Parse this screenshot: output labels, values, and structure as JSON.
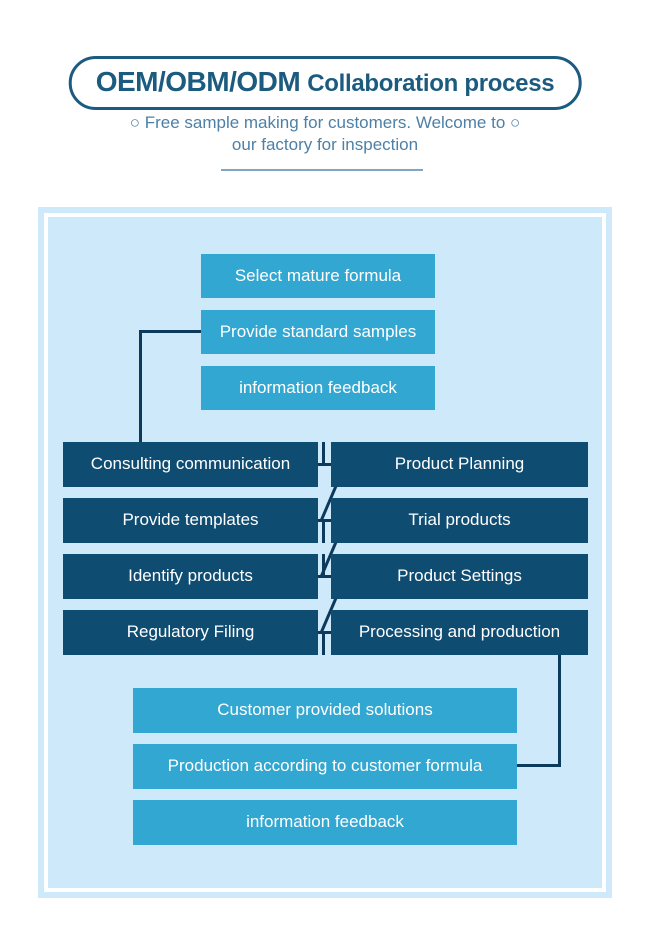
{
  "header": {
    "title_brand": "OEM/OBM/ODM",
    "title_rest": "Collaboration process",
    "subtitle_line1": "○ Free sample making for customers. Welcome to ○",
    "subtitle_line2": "our factory for inspection"
  },
  "colors": {
    "title_blue": "#1c5b80",
    "subtitle_blue": "#4d80a6",
    "underline_blue": "#7fa6c2",
    "panel_bg": "#cde9fa",
    "cyan_box": "#31a7d1",
    "dark_box": "#0e4c72",
    "connector": "#0b3a5c",
    "box_text": "#ffffff"
  },
  "diagram": {
    "top_nodes": [
      "Select mature formula",
      "Provide standard samples",
      "information feedback"
    ],
    "left_nodes": [
      "Consulting communication",
      "Provide templates",
      "Identify products",
      "Regulatory Filing"
    ],
    "right_nodes": [
      "Product Planning",
      "Trial products",
      "Product Settings",
      "Processing and production"
    ],
    "bottom_nodes": [
      "Customer provided solutions",
      "Production according to customer formula",
      "information feedback"
    ]
  }
}
